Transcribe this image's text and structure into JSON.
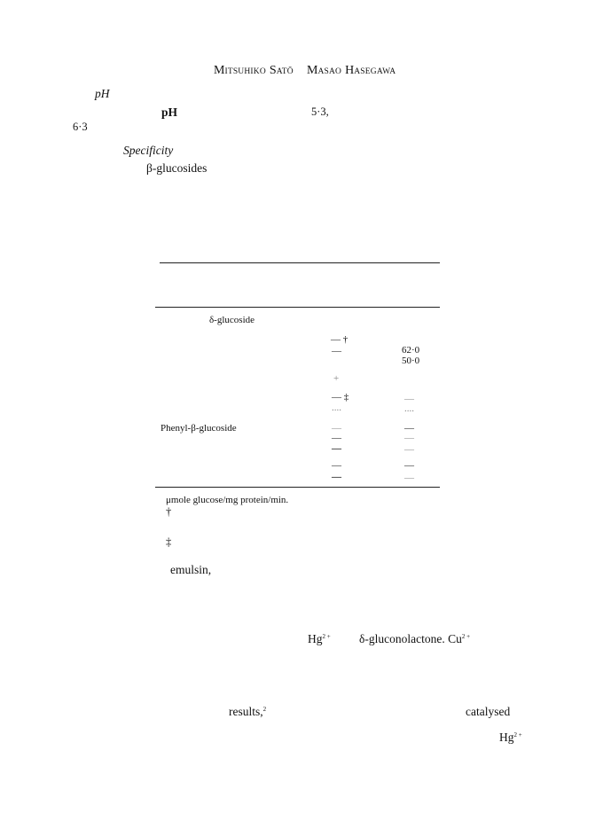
{
  "header": {
    "author1_first": "M",
    "author1_first_sc": "ITSUHIKO",
    "author1_last": "S",
    "author1_last_sc": "ATŌ",
    "author2_first": "M",
    "author2_first_sc": "ASAO",
    "author2_last": "H",
    "author2_last_sc": "ASEGAWA"
  },
  "body": {
    "ph_heading": "pH",
    "ph_bold": "pH",
    "ph_value1": "5·3,",
    "ph_value2": "6·3",
    "specificity_heading": "Specificity",
    "beta_glucosides": "β-glucosides"
  },
  "table": {
    "header_row_label": "δ-glucoside",
    "phenyl_label": "Phenyl-β-glucoside",
    "col2": [
      "— †",
      "—",
      "+",
      "— ‡",
      "....",
      "—",
      "—",
      "—",
      "—",
      "—"
    ],
    "col3": [
      "62·0",
      "50·0",
      "—",
      "....",
      "—",
      "—",
      "—",
      "—",
      "—"
    ]
  },
  "footnotes": {
    "unit": "μmole glucose/mg protein/min.",
    "dagger": "†",
    "double_dagger": "‡",
    "emulsin": "emulsin,"
  },
  "bottom": {
    "hg": "Hg",
    "hg_sup": "2 +",
    "gluconolactone": "δ-gluconolactone. Cu",
    "cu_sup": "2 +",
    "results": "results,",
    "results_sup": "2",
    "catalysed": "catalysed",
    "hg2": "Hg",
    "hg2_sup": "2 +"
  }
}
